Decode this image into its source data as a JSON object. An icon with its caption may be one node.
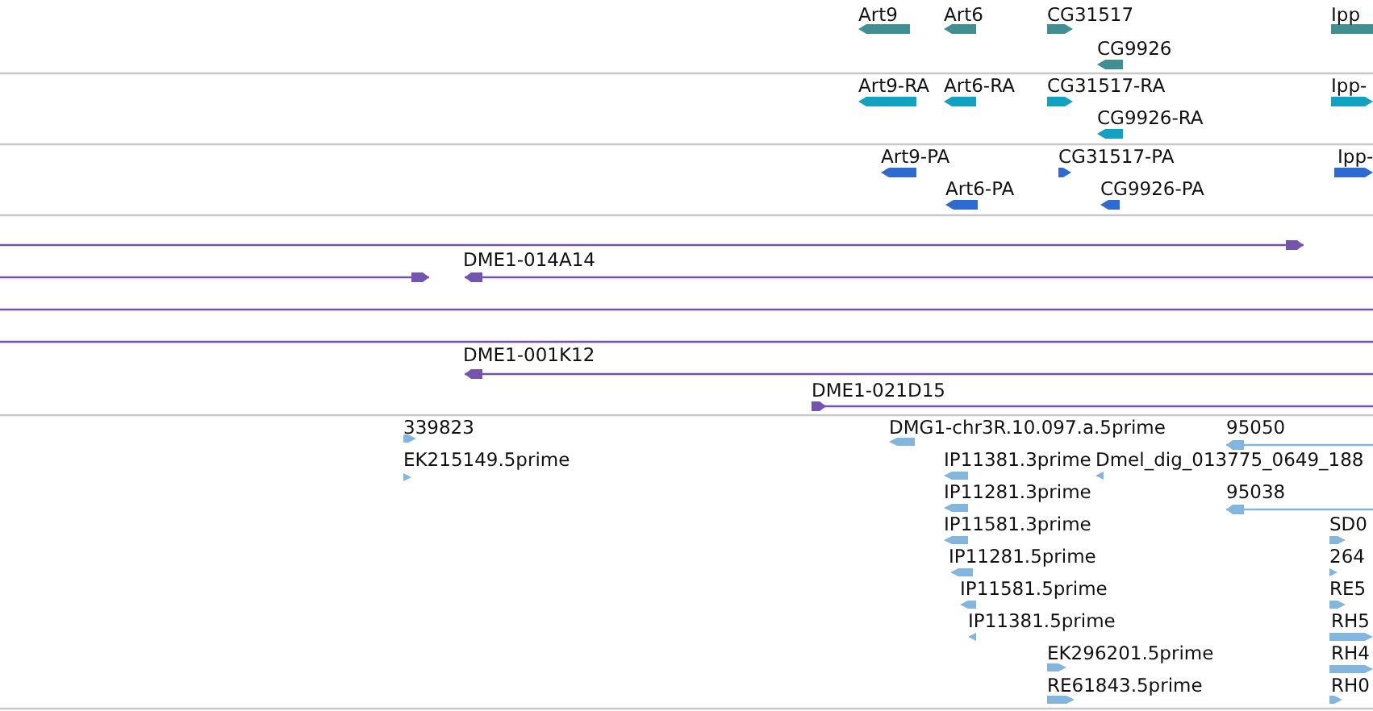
{
  "diagram": {
    "labels": [
      "Art9",
      "Art6",
      "CG31517",
      "Ipp",
      "CG9926",
      "Art9-RA",
      "Art6-RA",
      "CG31517-RA",
      "Ipp-",
      "CG9926-RA",
      "Art9-PA",
      "CG31517-PA",
      "Ipp-",
      "Art6-PA",
      "CG9926-PA",
      "DME1-014A14",
      "DME1-001K12",
      "DME1-021D15",
      "339823",
      "DMG1-chr3R.10.097.a.5prime",
      "95050",
      "EK215149.5prime",
      "IP11381.3prime",
      "Dmel_dig_013775_0649_188",
      "IP11281.3prime",
      "95038",
      "IP11581.3prime",
      "SD0",
      "IP11281.5prime",
      "264",
      "IP11581.5prime",
      "RE5",
      "IP11381.5prime",
      "RH5",
      "EK296201.5prime",
      "RH4",
      "RE61843.5prime",
      "RH0"
    ]
  }
}
